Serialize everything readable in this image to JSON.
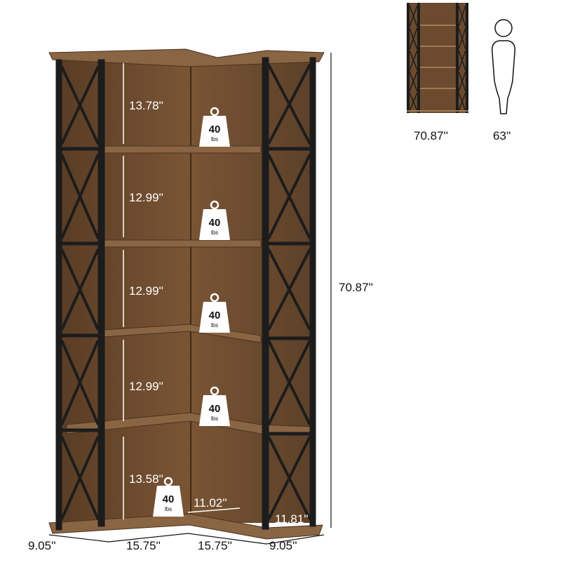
{
  "product": {
    "overall_height": "70.87''",
    "shelf_heights": [
      "13.78''",
      "12.99''",
      "12.99''",
      "12.99''",
      "13.58''"
    ],
    "weight_capacity": {
      "value": "40",
      "unit": "lbs"
    },
    "depth_inner": "11.02''",
    "depth_side": "11.81''",
    "bottom_widths": [
      "9.05''",
      "15.75''",
      "15.75''",
      "9.05''"
    ]
  },
  "comparison": {
    "shelf_height": "70.87''",
    "person_height": "63''"
  },
  "colors": {
    "wood": "#6b4a2e",
    "wood_dark": "#4a321f",
    "metal": "#1c1c1c",
    "wood_light": "#8a6543"
  }
}
